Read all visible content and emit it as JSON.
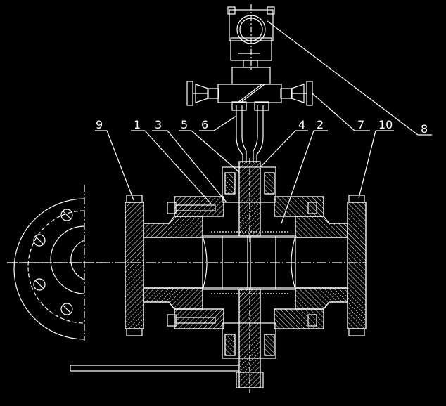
{
  "drawing": {
    "background": "#000000",
    "line_color": "#ffffff",
    "part_labels": [
      "9",
      "1",
      "3",
      "5",
      "6",
      "4",
      "2",
      "7",
      "10",
      "8"
    ]
  }
}
